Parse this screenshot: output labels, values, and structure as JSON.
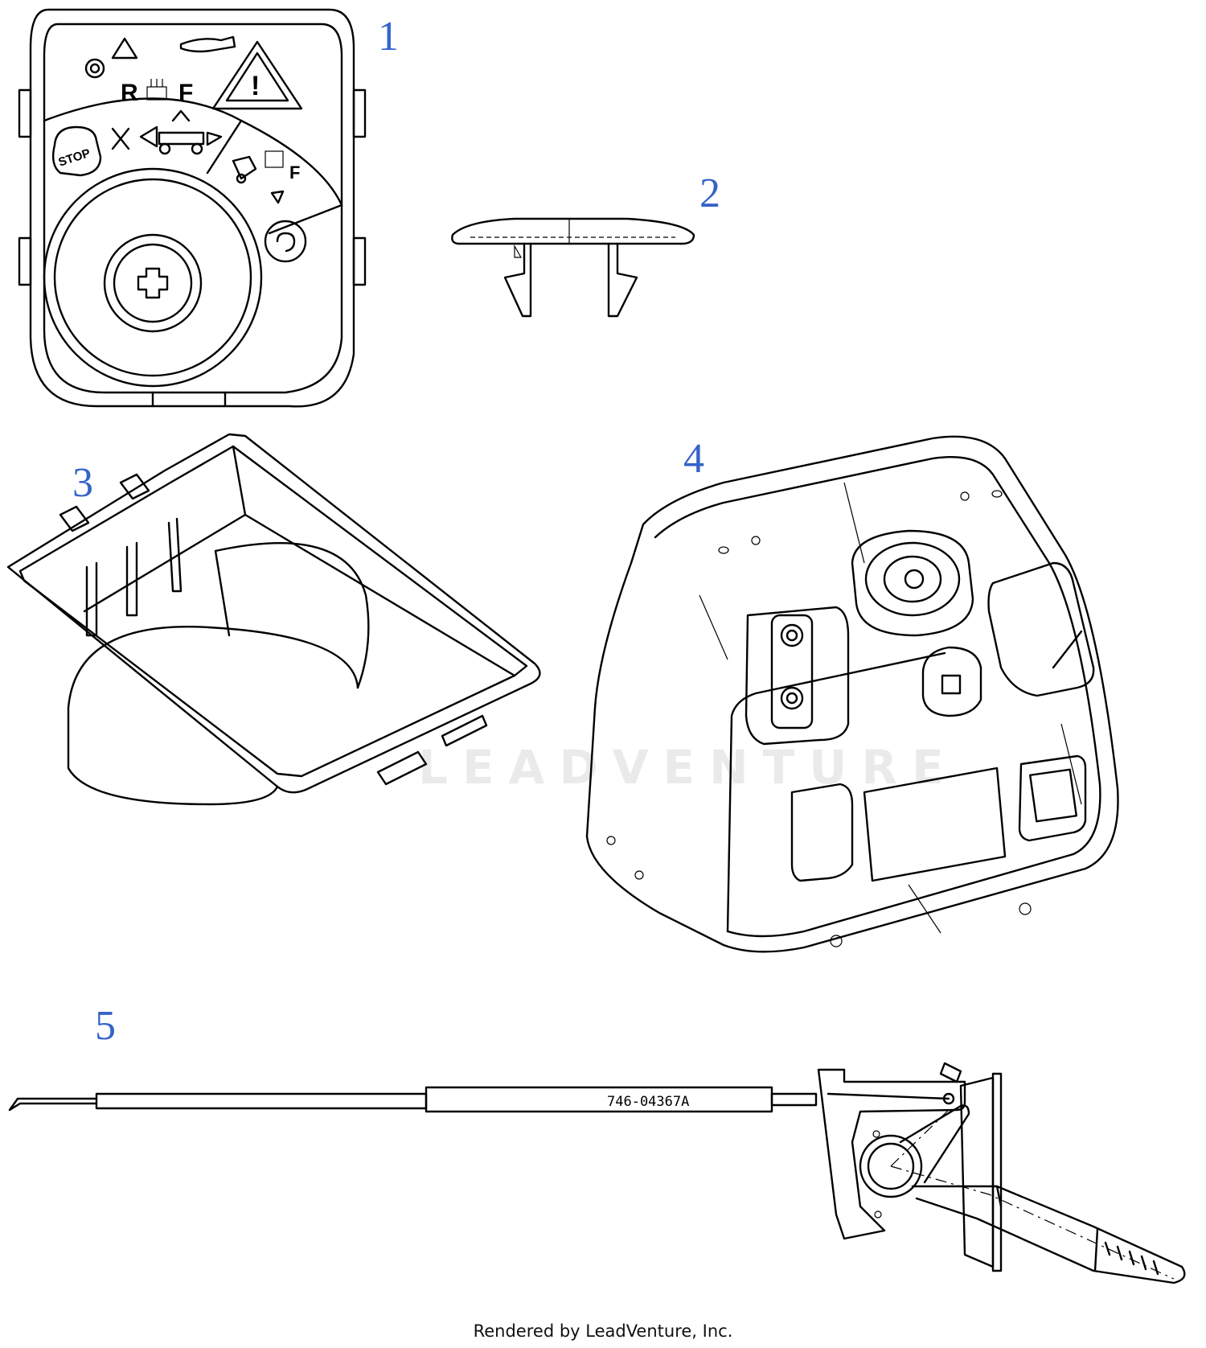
{
  "callouts": [
    {
      "label": "1"
    },
    {
      "label": "2"
    },
    {
      "label": "3"
    },
    {
      "label": "4"
    },
    {
      "label": "5"
    }
  ],
  "ignition_panel": {
    "stop_label": "STOP",
    "reverse_letter": "R",
    "forward_letter": "F"
  },
  "cable_part_number": "746-04367A",
  "watermark": "LEADVENTURE",
  "footer": "Rendered by LeadVenture, Inc.",
  "colors": {
    "callout": "#3563c8",
    "line": "#000000"
  }
}
